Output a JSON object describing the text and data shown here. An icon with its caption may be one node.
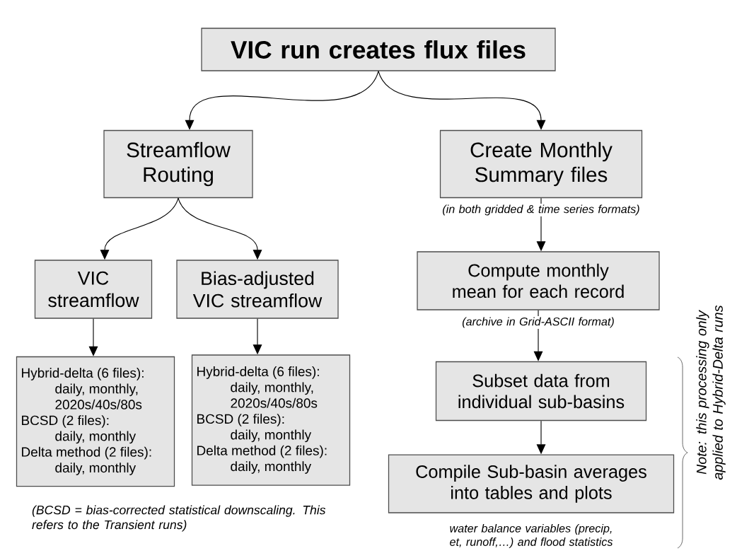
{
  "diagram": {
    "nodes": [
      {
        "text": [
          "VIC run creates flux files"
        ]
      },
      {
        "text": [
          "Streamflow Routing"
        ]
      },
      {
        "text": [
          "Create Monthly Summary files"
        ],
        "beside": [
          "(in both gridded & time series formats)"
        ]
      },
      {
        "text": [
          "VIC streamflow"
        ]
      },
      {
        "text": [
          "Bias-adjusted VIC streamflow"
        ]
      },
      {
        "text": [
          "Hybrid-delta (6 files):",
          "daily, monthly, 2020s/40s/80s",
          "BCSD (2 files):",
          "daily, monthly",
          "Delta method (2 files):",
          "daily, monthly"
        ]
      },
      {
        "text": [
          "Hybrid-delta (6 files):",
          "daily, monthly, 2020s/40s/80s",
          "BCSD (2 files):",
          "daily, monthly",
          "Delta method (2 files):",
          "daily, monthly"
        ]
      },
      {
        "text": [
          "Compute monthly mean for each record"
        ],
        "beside": [
          "(archive in Grid-ASCII format)"
        ]
      },
      {
        "text": [
          "Subset data from individual sub-basins"
        ]
      },
      {
        "text": [
          "Compile Sub-basin averages into tables and plots"
        ],
        "beside": [
          "water balance variables (precip, et, runoff,…) and flood statistics"
        ]
      }
    ],
    "edges": [
      {
        "from": 0,
        "to": 1,
        "arrow": "to"
      },
      {
        "from": 0,
        "to": 2,
        "arrow": "to"
      },
      {
        "from": 1,
        "to": 3,
        "arrow": "to"
      },
      {
        "from": 1,
        "to": 4,
        "arrow": "to"
      },
      {
        "from": 3,
        "to": 5,
        "arrow": "to"
      },
      {
        "from": 4,
        "to": 6,
        "arrow": "to"
      },
      {
        "from": 2,
        "to": 7,
        "arrow": "to"
      },
      {
        "from": 7,
        "to": 8,
        "arrow": "to"
      },
      {
        "from": 8,
        "to": 9,
        "arrow": "to"
      }
    ],
    "labels": [
      "(BCSD = bias-corrected statistical downscaling. This refers to the Transient runs)",
      "Note: this processing only applied to Hybrid-Delta runs"
    ]
  }
}
